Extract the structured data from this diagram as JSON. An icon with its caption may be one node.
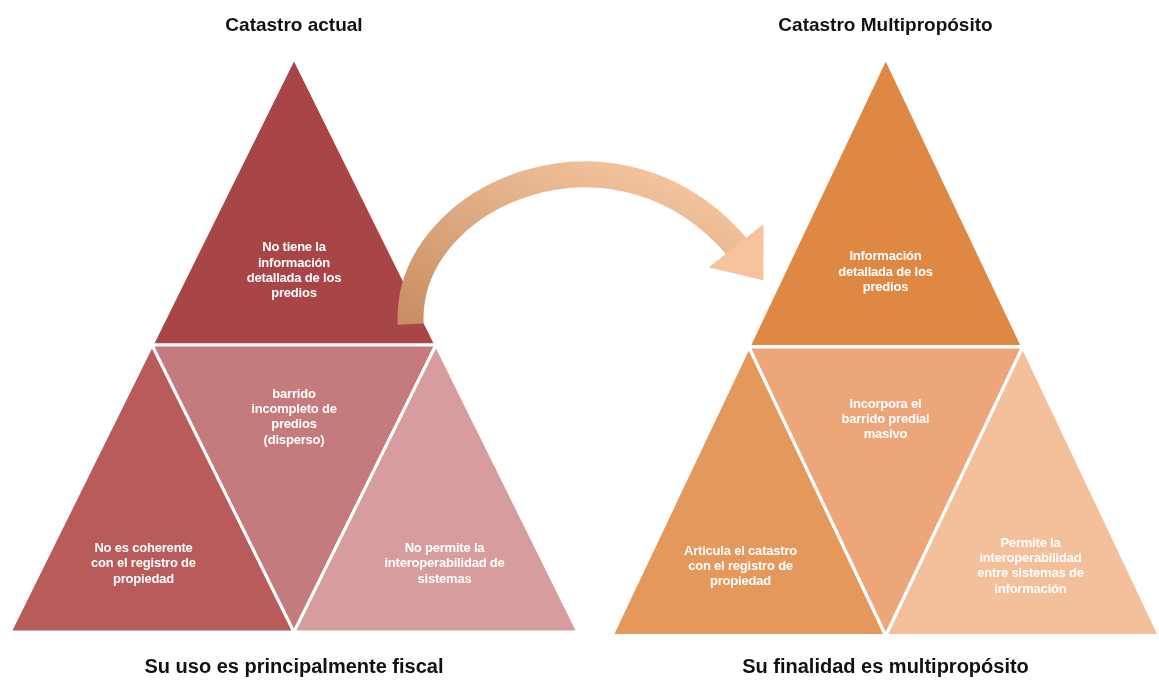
{
  "diagram": {
    "nodes": [
      {
        "text": [
          "Catastro actual"
        ],
        "beside": [
          "Su uso es principalmente fiscal"
        ]
      },
      {
        "text": [
          "No tiene la información detallada de los predios"
        ],
        "in": 0
      },
      {
        "text": [
          "No es coherente con el registro de propiedad"
        ],
        "in": 0
      },
      {
        "text": [
          "barrido incompleto de predios (disperso)"
        ],
        "in": 0
      },
      {
        "text": [
          "No permite la interoperabilidad de sistemas"
        ],
        "in": 0
      },
      {
        "text": [
          "Catastro Multipropósito"
        ],
        "beside": [
          "Su finalidad es multipropósito"
        ]
      },
      {
        "text": [
          "Información detallada de los predios"
        ],
        "in": 5
      },
      {
        "text": [
          "Articula el catastro con el registro de propiedad"
        ],
        "in": 5
      },
      {
        "text": [
          "Incorpora el barrido predial masivo"
        ],
        "in": 5
      },
      {
        "text": [
          "Permite la interoperabilidad entre sistemas de información"
        ],
        "in": 5
      }
    ],
    "edges": [
      {
        "from": 1,
        "to": 6,
        "arrow": "to",
        "style": "thick"
      }
    ]
  }
}
